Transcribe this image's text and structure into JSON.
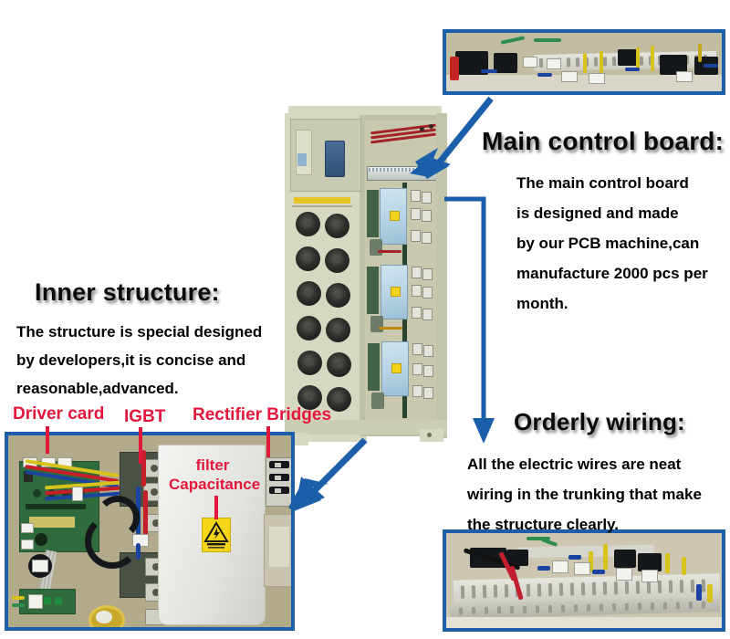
{
  "page": {
    "background": "#ffffff",
    "frame_color": "#1b5faa",
    "red": "#e3173c"
  },
  "sections": {
    "main_control": {
      "heading": "Main control board:",
      "lines": [
        "The main control board",
        "is designed and made",
        "by our PCB machine,can",
        "manufacture 2000 pcs per",
        "month."
      ]
    },
    "inner_structure": {
      "heading": "Inner structure:",
      "lines": [
        "The structure is special designed",
        "by developers,it is concise and",
        "reasonable,advanced."
      ]
    },
    "orderly_wiring": {
      "heading": "Orderly wiring:",
      "lines": [
        "All the  electric wires are neat",
        "wiring in the trunking that make",
        "the structure clearly."
      ]
    }
  },
  "callouts": {
    "driver_card": "Driver card",
    "igbt": "IGBT",
    "rectifier_bridges": "Rectifier Bridges",
    "filter_capacitance_line1": "filter",
    "filter_capacitance_line2": "Capacitance"
  },
  "photos": {
    "top_right": "main-control-board-photo",
    "center": "cabinet-inner-structure-photo",
    "bottom_left": "driver-igbt-rectifier-detail-photo",
    "bottom_right": "orderly-wiring-trunking-photo"
  },
  "arrows": {
    "board_to_cabinet": "arrow-main-control-board-to-cabinet",
    "cabinet_to_wiring": "arrow-cabinet-to-orderly-wiring",
    "cabinet_to_detail": "arrow-cabinet-to-inner-detail"
  }
}
